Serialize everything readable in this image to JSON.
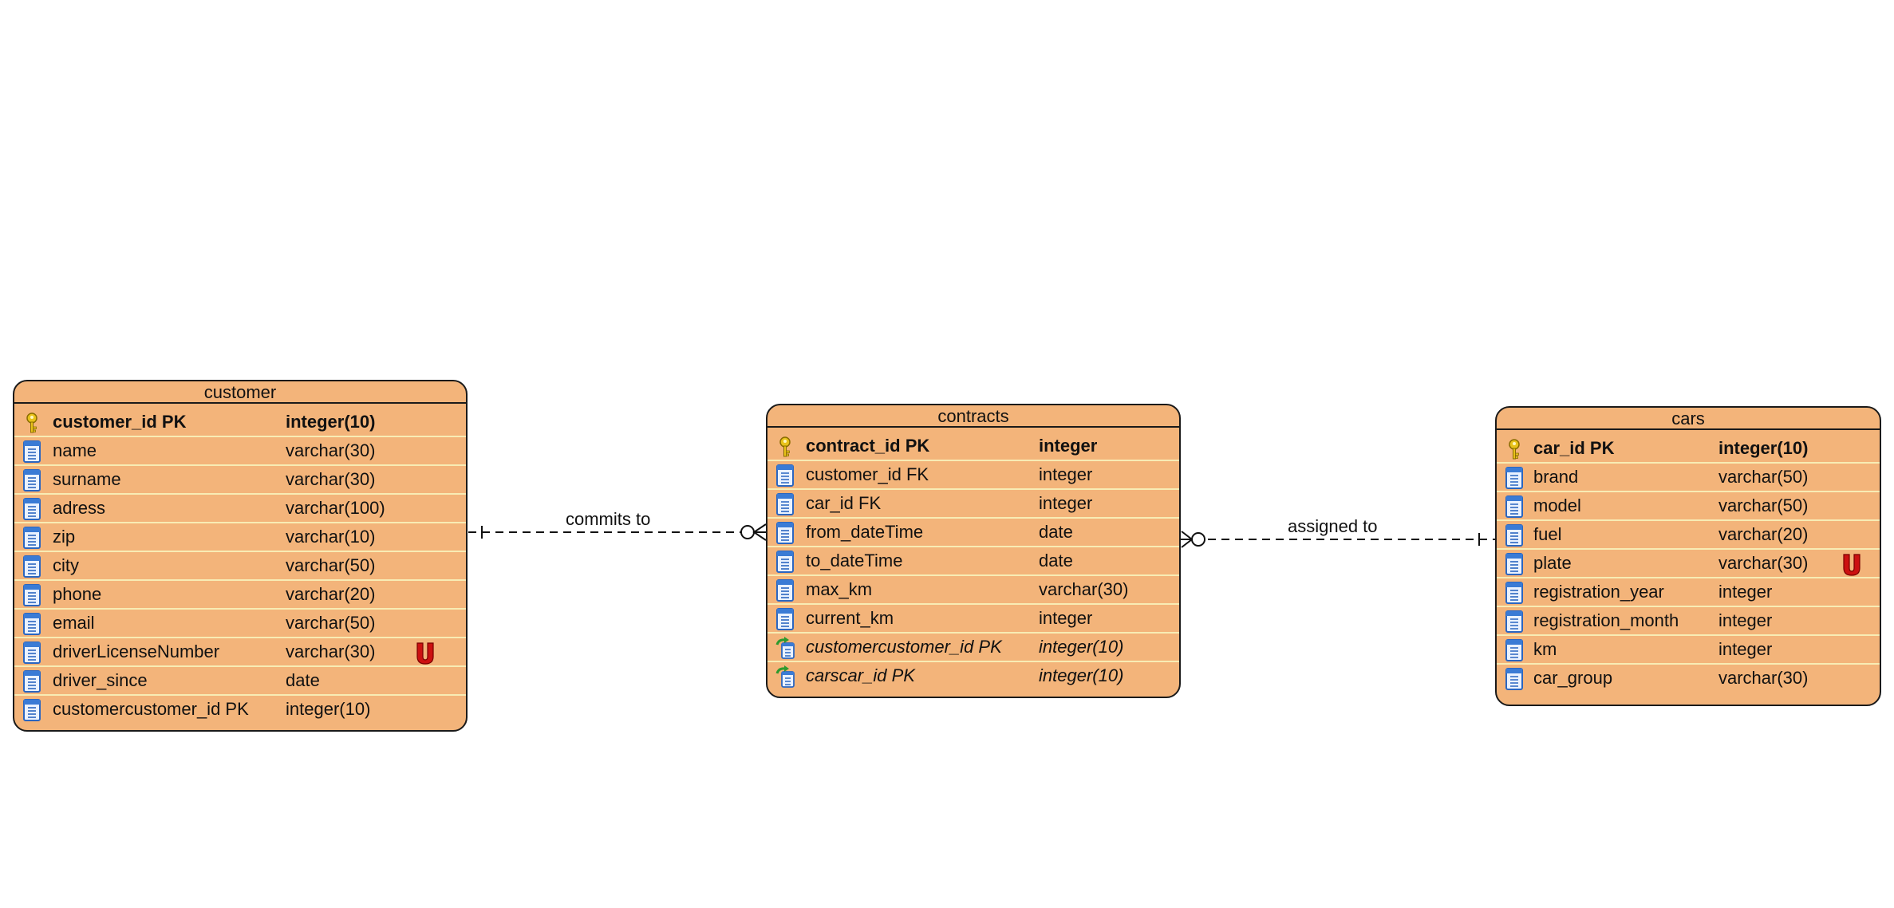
{
  "colors": {
    "table_fill": "#f3b47a",
    "table_border": "#1a1a1a",
    "row_divider": "#f8ecb4",
    "unique_marker": "#cc1111",
    "key_icon": "#e8c21a",
    "column_icon": "#3a7bd5"
  },
  "tables": {
    "customer": {
      "title": "customer",
      "columns": [
        {
          "name": "customer_id PK",
          "type": "integer(10)",
          "kind": "pk",
          "icon": "key-icon"
        },
        {
          "name": "name",
          "type": "varchar(30)",
          "kind": "col",
          "icon": "column-icon"
        },
        {
          "name": "surname",
          "type": "varchar(30)",
          "kind": "col",
          "icon": "column-icon"
        },
        {
          "name": "adress",
          "type": "varchar(100)",
          "kind": "col",
          "icon": "column-icon"
        },
        {
          "name": "zip",
          "type": "varchar(10)",
          "kind": "col",
          "icon": "column-icon"
        },
        {
          "name": "city",
          "type": "varchar(50)",
          "kind": "col",
          "icon": "column-icon"
        },
        {
          "name": "phone",
          "type": "varchar(20)",
          "kind": "col",
          "icon": "column-icon"
        },
        {
          "name": "email",
          "type": "varchar(50)",
          "kind": "col",
          "icon": "column-icon"
        },
        {
          "name": "driverLicenseNumber",
          "type": "varchar(30)",
          "kind": "col",
          "icon": "column-icon",
          "unique": true
        },
        {
          "name": "driver_since",
          "type": "date",
          "kind": "col",
          "icon": "column-icon"
        },
        {
          "name": "customercustomer_id PK",
          "type": "integer(10)",
          "kind": "col",
          "icon": "column-icon"
        }
      ]
    },
    "contracts": {
      "title": "contracts",
      "columns": [
        {
          "name": "contract_id PK",
          "type": "integer",
          "kind": "pk",
          "icon": "key-icon"
        },
        {
          "name": "customer_id FK",
          "type": "integer",
          "kind": "col",
          "icon": "column-icon"
        },
        {
          "name": "car_id FK",
          "type": "integer",
          "kind": "col",
          "icon": "column-icon"
        },
        {
          "name": "from_dateTime",
          "type": "date",
          "kind": "col",
          "icon": "column-icon"
        },
        {
          "name": "to_dateTime",
          "type": "date",
          "kind": "col",
          "icon": "column-icon"
        },
        {
          "name": "max_km",
          "type": "varchar(30)",
          "kind": "col",
          "icon": "column-icon"
        },
        {
          "name": "current_km",
          "type": "integer",
          "kind": "col",
          "icon": "column-icon"
        },
        {
          "name": "customercustomer_id PK",
          "type": "integer(10)",
          "kind": "fk",
          "icon": "foreign-key-icon"
        },
        {
          "name": "carscar_id PK",
          "type": "integer(10)",
          "kind": "fk",
          "icon": "foreign-key-icon"
        }
      ]
    },
    "cars": {
      "title": "cars",
      "columns": [
        {
          "name": "car_id PK",
          "type": "integer(10)",
          "kind": "pk",
          "icon": "key-icon"
        },
        {
          "name": "brand",
          "type": "varchar(50)",
          "kind": "col",
          "icon": "column-icon"
        },
        {
          "name": "model",
          "type": "varchar(50)",
          "kind": "col",
          "icon": "column-icon"
        },
        {
          "name": "fuel",
          "type": "varchar(20)",
          "kind": "col",
          "icon": "column-icon"
        },
        {
          "name": "plate",
          "type": "varchar(30)",
          "kind": "col",
          "icon": "column-icon",
          "unique": true
        },
        {
          "name": "registration_year",
          "type": "integer",
          "kind": "col",
          "icon": "column-icon"
        },
        {
          "name": "registration_month",
          "type": "integer",
          "kind": "col",
          "icon": "column-icon"
        },
        {
          "name": "km",
          "type": "integer",
          "kind": "col",
          "icon": "column-icon"
        },
        {
          "name": "car_group",
          "type": "varchar(30)",
          "kind": "col",
          "icon": "column-icon"
        }
      ]
    }
  },
  "relations": {
    "commits": {
      "label": "commits to",
      "from": "customer",
      "to": "contracts",
      "from_cardinality": "one",
      "to_cardinality": "zero-or-many"
    },
    "assigned": {
      "label": "assigned to",
      "from": "contracts",
      "to": "cars",
      "from_cardinality": "zero-or-many",
      "to_cardinality": "one"
    }
  }
}
